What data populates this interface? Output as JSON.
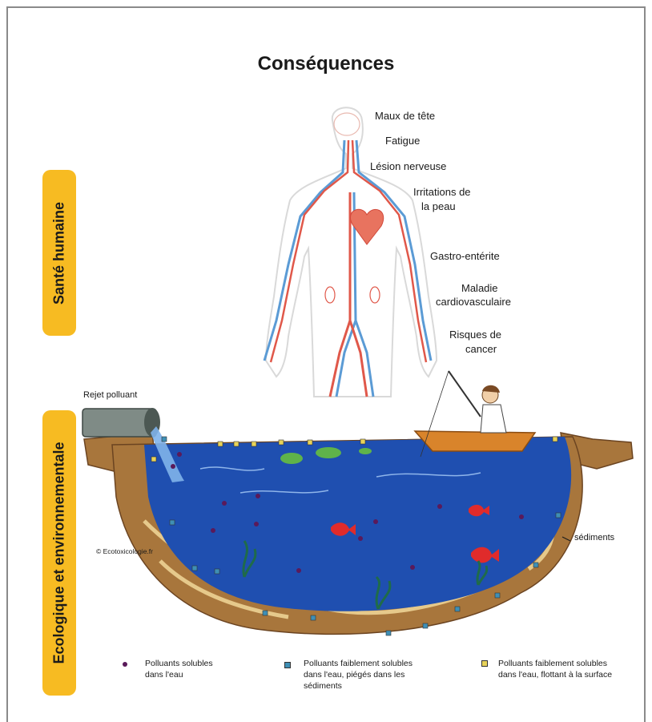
{
  "title": "Conséquences",
  "sidebar": {
    "health": "Santé humaine",
    "eco": "Ecologique et environnementale"
  },
  "symptoms": {
    "headache": "Maux de tête",
    "fatigue": "Fatigue",
    "nerve": "Lésion nerveuse",
    "skin_1": "Irritations de",
    "skin_2": "la peau",
    "gastro": "Gastro-entérite",
    "cardio_1": "Maladie",
    "cardio_2": "cardiovasculaire",
    "cancer_1": "Risques de",
    "cancer_2": "cancer"
  },
  "labels": {
    "discharge": "Rejet polluant",
    "sediments": "sédiments",
    "copyright": "© Ecotoxicologie.fr"
  },
  "legend": [
    {
      "color": "#5a1a5a",
      "lines": [
        "Polluants solubles",
        "dans l'eau"
      ]
    },
    {
      "color": "#3f8fb5",
      "lines": [
        "Polluants faiblement solubles",
        "dans l'eau, piégés dans les",
        "sédiments"
      ]
    },
    {
      "color": "#e8d35a",
      "lines": [
        "Polluants faiblement solubles",
        "dans l'eau, flottant à la surface"
      ]
    }
  ],
  "colors": {
    "sidebar": "#f7bb22",
    "water": "#1f4fb0",
    "sediment": "#a8763c",
    "artery": "#e0584a",
    "vein": "#5b9bd5"
  }
}
